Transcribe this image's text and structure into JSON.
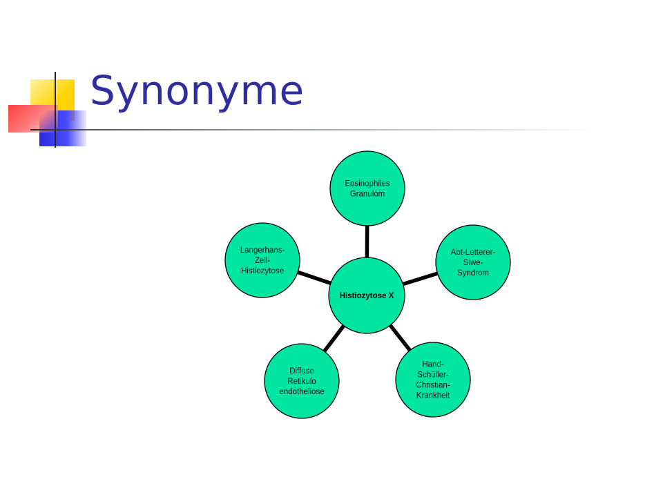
{
  "slide": {
    "title": "Synonyme"
  },
  "diagram": {
    "center": {
      "label_lines": [
        "Histiozytose X"
      ]
    },
    "nodes": [
      {
        "id": "eosinophiles-granulom",
        "label_lines": [
          "Eosinophiles",
          "Granulom"
        ]
      },
      {
        "id": "abt-letterer-siwe-syndrom",
        "label_lines": [
          "Abt-Letterer-",
          "Siwe-",
          "Syndrom"
        ]
      },
      {
        "id": "hand-schueller-christian-krankheit",
        "label_lines": [
          "Hand-",
          "Schüller-",
          "Christian-",
          "Krankheit"
        ]
      },
      {
        "id": "diffuse-retikulo-endotheliose",
        "label_lines": [
          "Diffuse",
          "Retikulo",
          "endotheliose"
        ]
      },
      {
        "id": "langerhans-zell-histiozytose",
        "label_lines": [
          "Langerhans-",
          "Zell-",
          "Histiozytose"
        ]
      }
    ],
    "colors": {
      "node_fill": "#00e6a2",
      "node_stroke": "#000000",
      "connector": "#000000",
      "title": "#2e2e9e"
    }
  }
}
